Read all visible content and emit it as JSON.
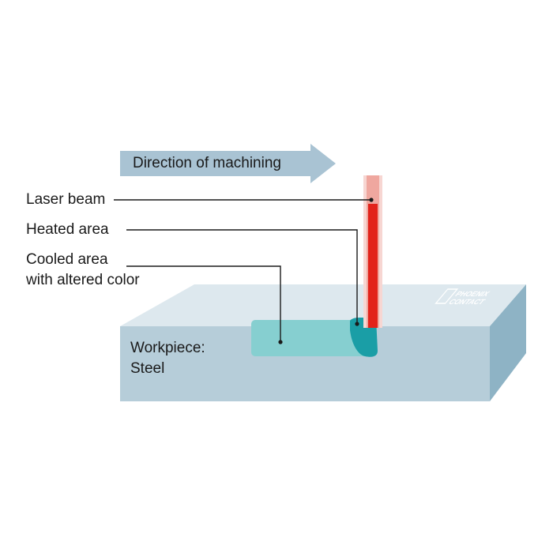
{
  "direction": {
    "label": "Direction of machining"
  },
  "callouts": {
    "laser_beam": "Laser beam",
    "heated_area": "Heated area",
    "cooled_area_line1": "Cooled area",
    "cooled_area_line2": "with altered color"
  },
  "workpiece": {
    "line1": "Workpiece:",
    "line2": "Steel"
  },
  "logo": {
    "line1": "PHOENIX",
    "line2": "CONTACT"
  },
  "colors": {
    "arrow": "#a9c3d3",
    "block_top": "#dde8ee",
    "block_front": "#b6cdd9",
    "block_side": "#8eb3c5",
    "laser": "#e2231a",
    "heated": "#1a9ea6",
    "cooled": "#86cfd0",
    "leader": "#1a1a1a"
  }
}
